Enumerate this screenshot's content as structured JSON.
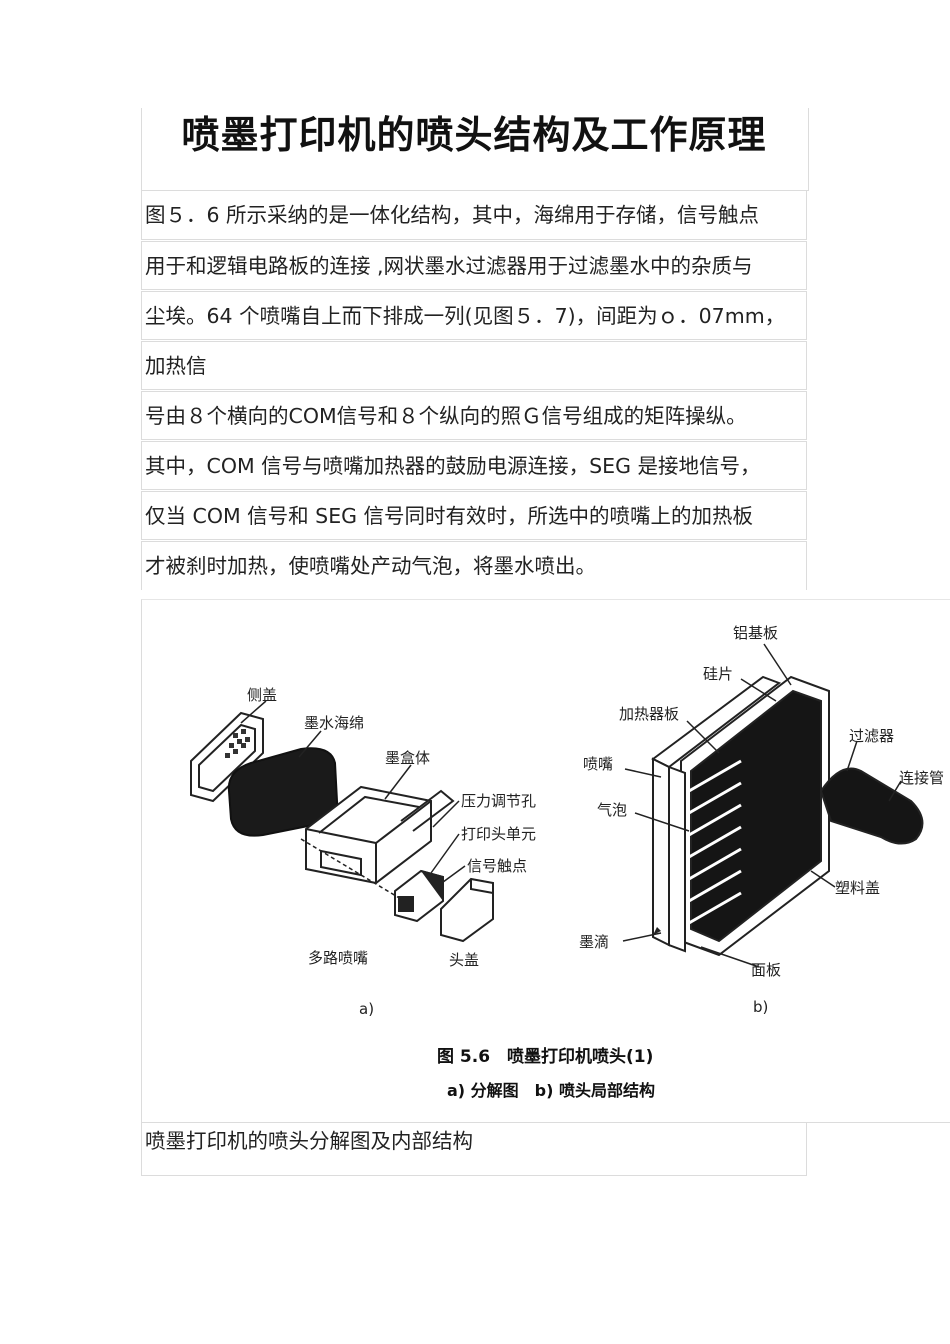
{
  "title": "喷墨打印机的喷头结构及工作原理",
  "paragraph_lines": [
    "图５．6 所示采纳的是一体化结构，其中，海绵用于存储，信号触点",
    "用于和逻辑电路板的连接 ,网状墨水过滤器用于过滤墨水中的杂质与",
    "尘埃。64 个喷嘴自上而下排成一列(见图５．7)，间距为ｏ．07mm，",
    "加热信",
    "号由８个横向的COM信号和８个纵向的照Ｇ信号组成的矩阵操纵。",
    "其中，COM 信号与喷嘴加热器的鼓励电源连接，SEG 是接地信号，",
    "仅当 COM 信号和 SEG 信号同时有效时，所选中的喷嘴上的加热板",
    "才被刹时加热，使喷嘴处产动气泡，将墨水喷出。"
  ],
  "figure": {
    "part_a": {
      "labels": {
        "side_cover": "侧盖",
        "ink_sponge": "墨水海绵",
        "cartridge_body": "墨盒体",
        "pressure_hole": "压力调节孔",
        "print_head_unit": "打印头单元",
        "signal_contacts": "信号触点",
        "multi_nozzle": "多路喷嘴",
        "head_cover": "头盖"
      },
      "sublabel": "a)"
    },
    "part_b": {
      "labels": {
        "aluminum_base": "铝基板",
        "silicon_chip": "硅片",
        "heater_board": "加热器板",
        "nozzle": "喷嘴",
        "bubble": "气泡",
        "ink_drop": "墨滴",
        "filter": "过滤器",
        "connector_tube": "连接管",
        "plastic_cover": "塑料盖",
        "face_plate": "面板"
      },
      "sublabel": "b)"
    },
    "caption_line1": "图 5.6　喷墨打印机喷头(1)",
    "caption_line2": "a) 分解图　b) 喷头局部结构"
  },
  "figure_caption": "喷墨打印机的喷头分解图及内部结构"
}
